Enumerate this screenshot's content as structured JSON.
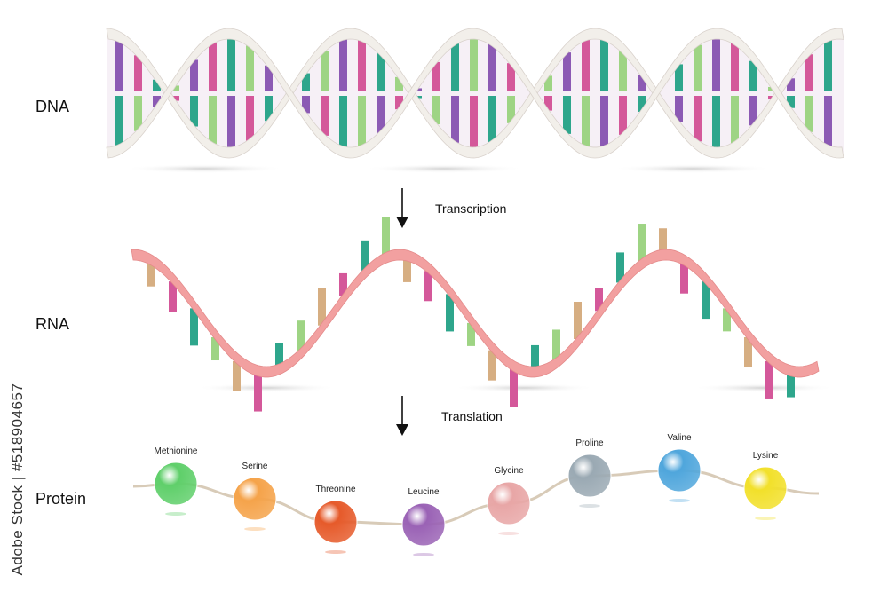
{
  "labels": {
    "dna": "DNA",
    "rna": "RNA",
    "protein": "Protein"
  },
  "steps": {
    "transcription": "Transcription",
    "translation": "Translation"
  },
  "amino_acids": [
    {
      "name": "Methionine",
      "color": "#5fcf6a"
    },
    {
      "name": "Serine",
      "color": "#f5a34a"
    },
    {
      "name": "Threonine",
      "color": "#e65a2a"
    },
    {
      "name": "Leucine",
      "color": "#9a62b5"
    },
    {
      "name": "Glycine",
      "color": "#e8a6a6"
    },
    {
      "name": "Proline",
      "color": "#9aa9b3"
    },
    {
      "name": "Valine",
      "color": "#4fa6dc"
    },
    {
      "name": "Lysine",
      "color": "#f2e02a"
    }
  ],
  "base_colors": {
    "purple": "#8c5ab4",
    "pink": "#d4589a",
    "teal": "#2ea68c",
    "green": "#9ed484",
    "tan": "#d6ae82",
    "dna_backbone": "#f2efea",
    "rna_backbone": "#f2a0a0"
  },
  "stock_id": "Adobe Stock | #518904657"
}
